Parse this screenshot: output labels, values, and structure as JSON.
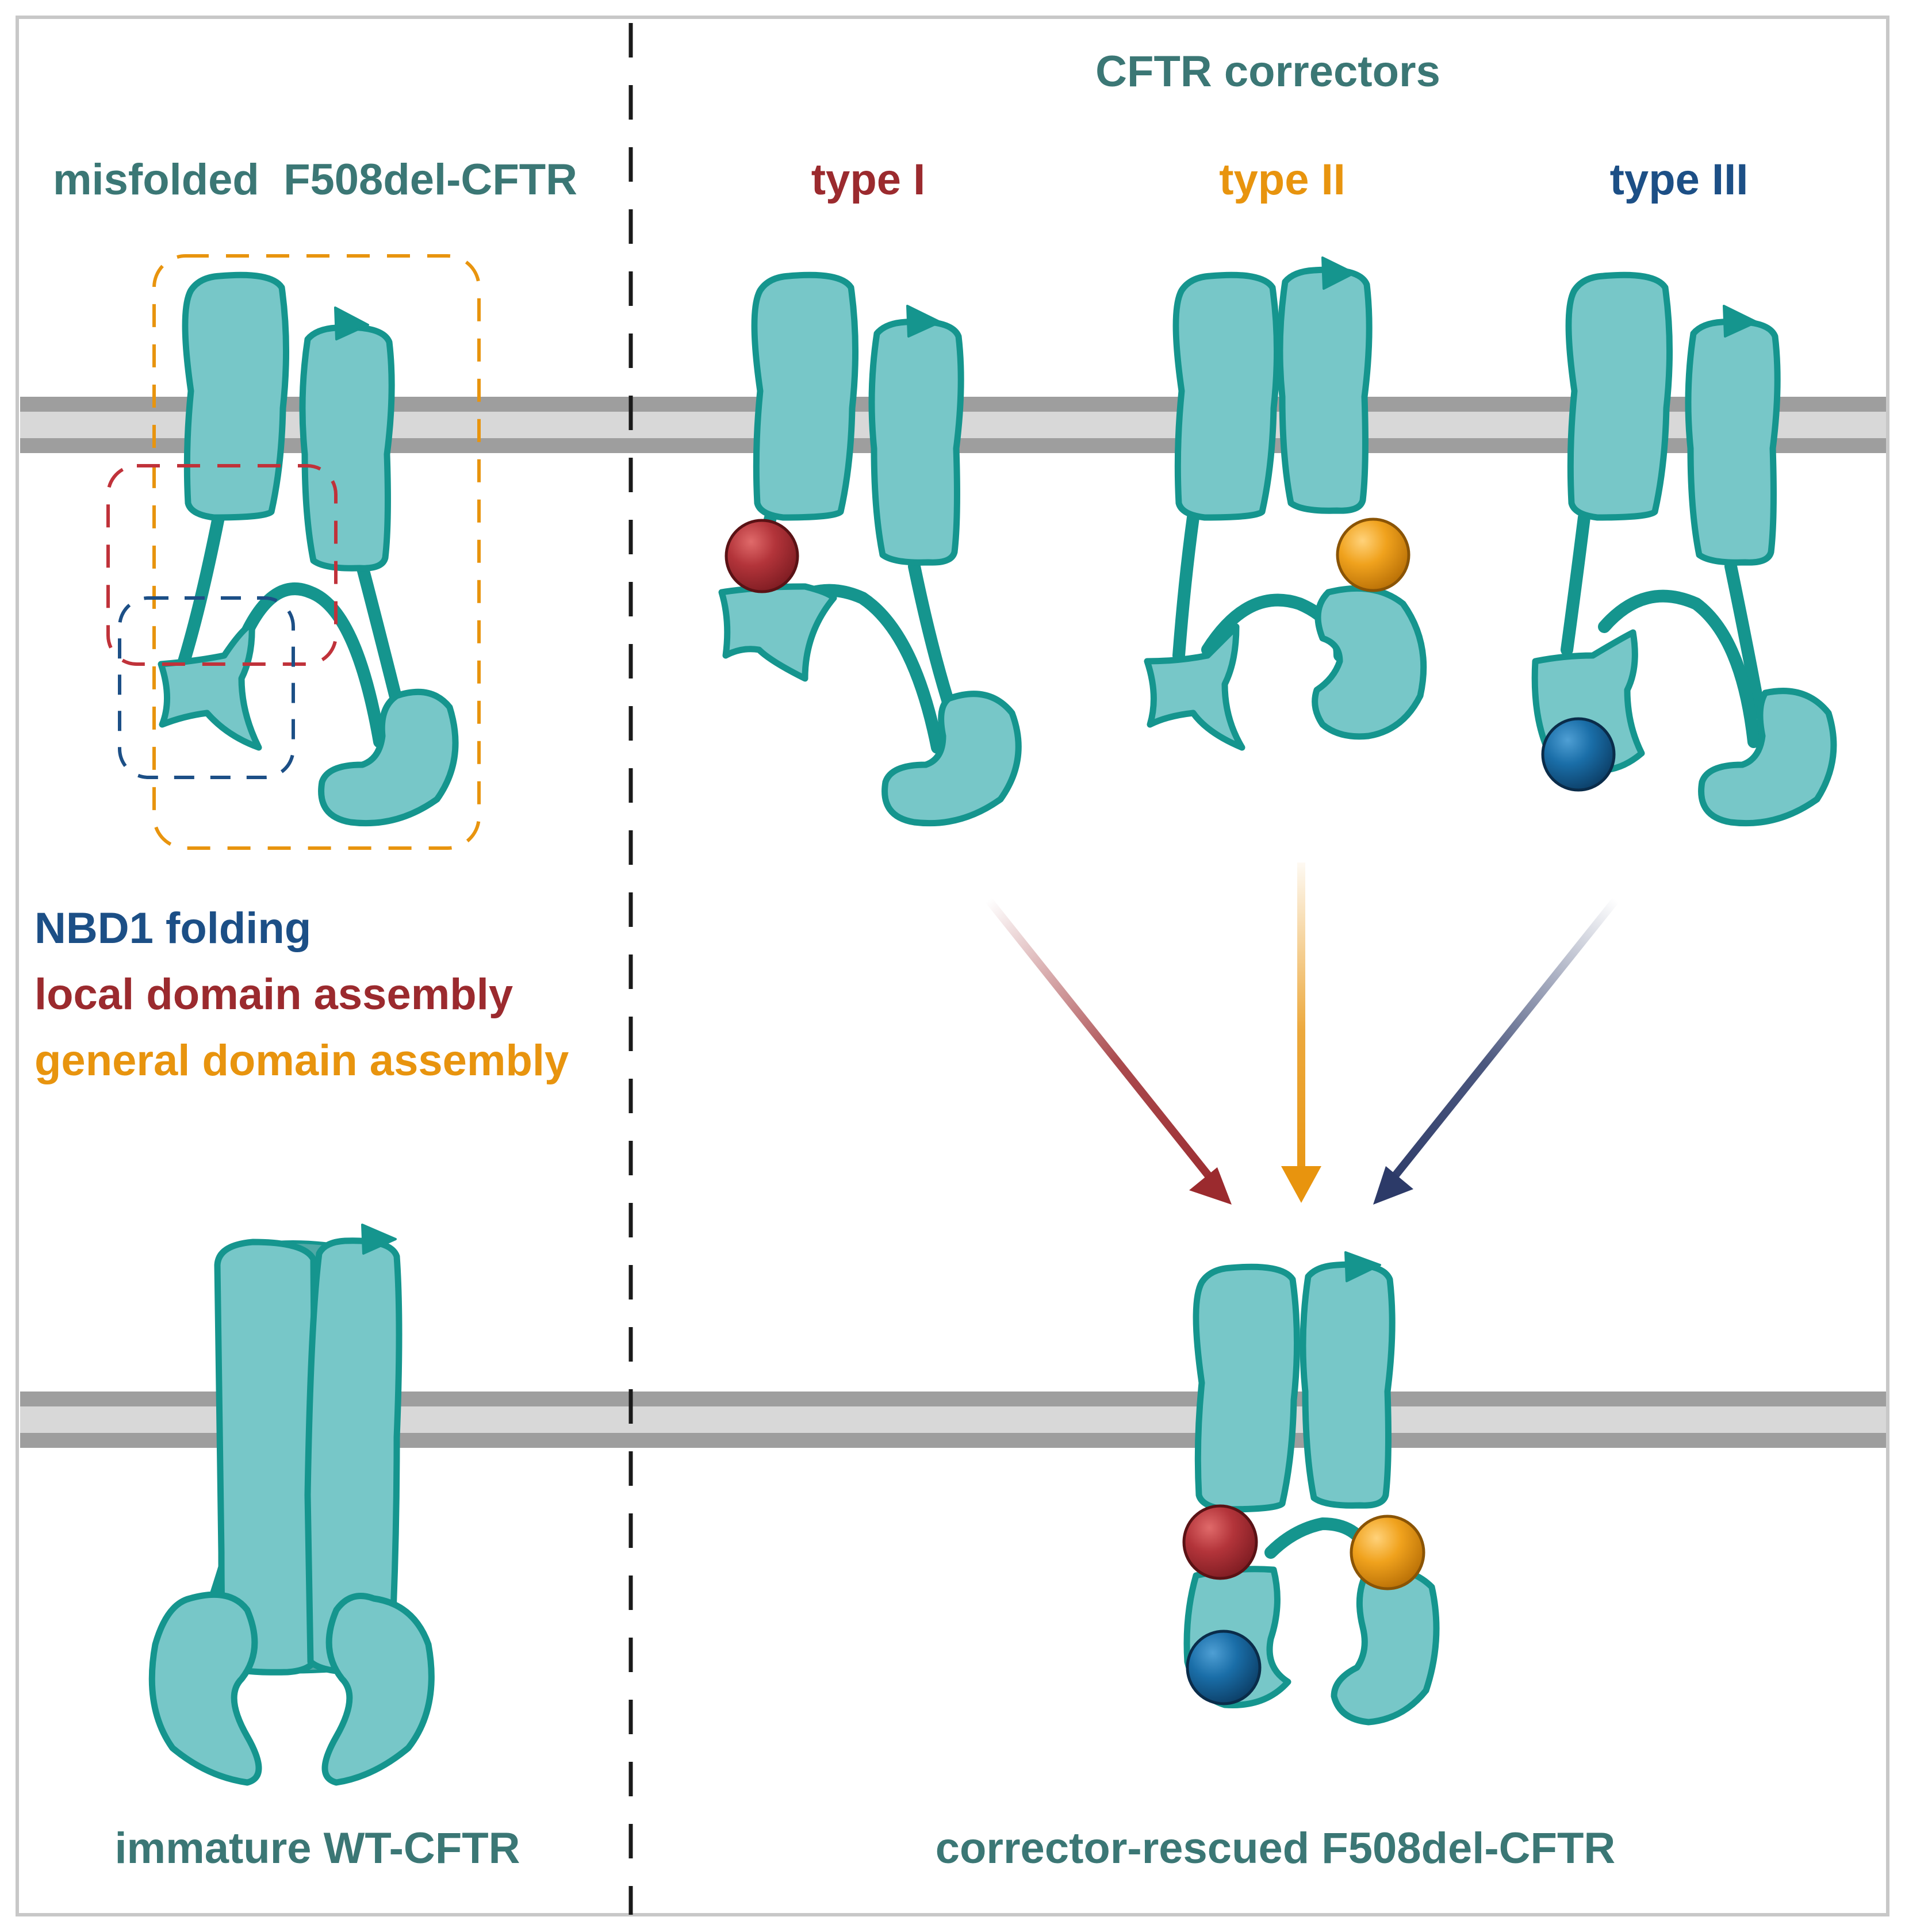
{
  "labels": {
    "correctors_title": "CFTR correctors",
    "misfolded_title": "misfolded  F508del-CFTR",
    "type1": "type I",
    "type2": "type II",
    "type3": "type III",
    "legend_nbd1": "NBD1 folding",
    "legend_local": "local domain assembly",
    "legend_general": "general domain assembly",
    "immature_title": "immature WT-CFTR",
    "rescued_title": "corrector-rescued F508del-CFTR"
  },
  "colors": {
    "protein_fill": "#77c7c8",
    "protein_stroke": "#15958e",
    "membrane_dark": "#9e9e9e",
    "membrane_light": "#d8d8d8",
    "type1": "#9b2a2e",
    "type2": "#e8940e",
    "type3": "#1c4f86",
    "title_teal": "#3b7775",
    "arrow_navy": "#2c3a68",
    "divider": "#1a1a1a",
    "frame": "#c8c8c8"
  },
  "icons": {
    "corrector_type1": "red-sphere",
    "corrector_type2": "orange-sphere",
    "corrector_type3": "blue-sphere"
  }
}
